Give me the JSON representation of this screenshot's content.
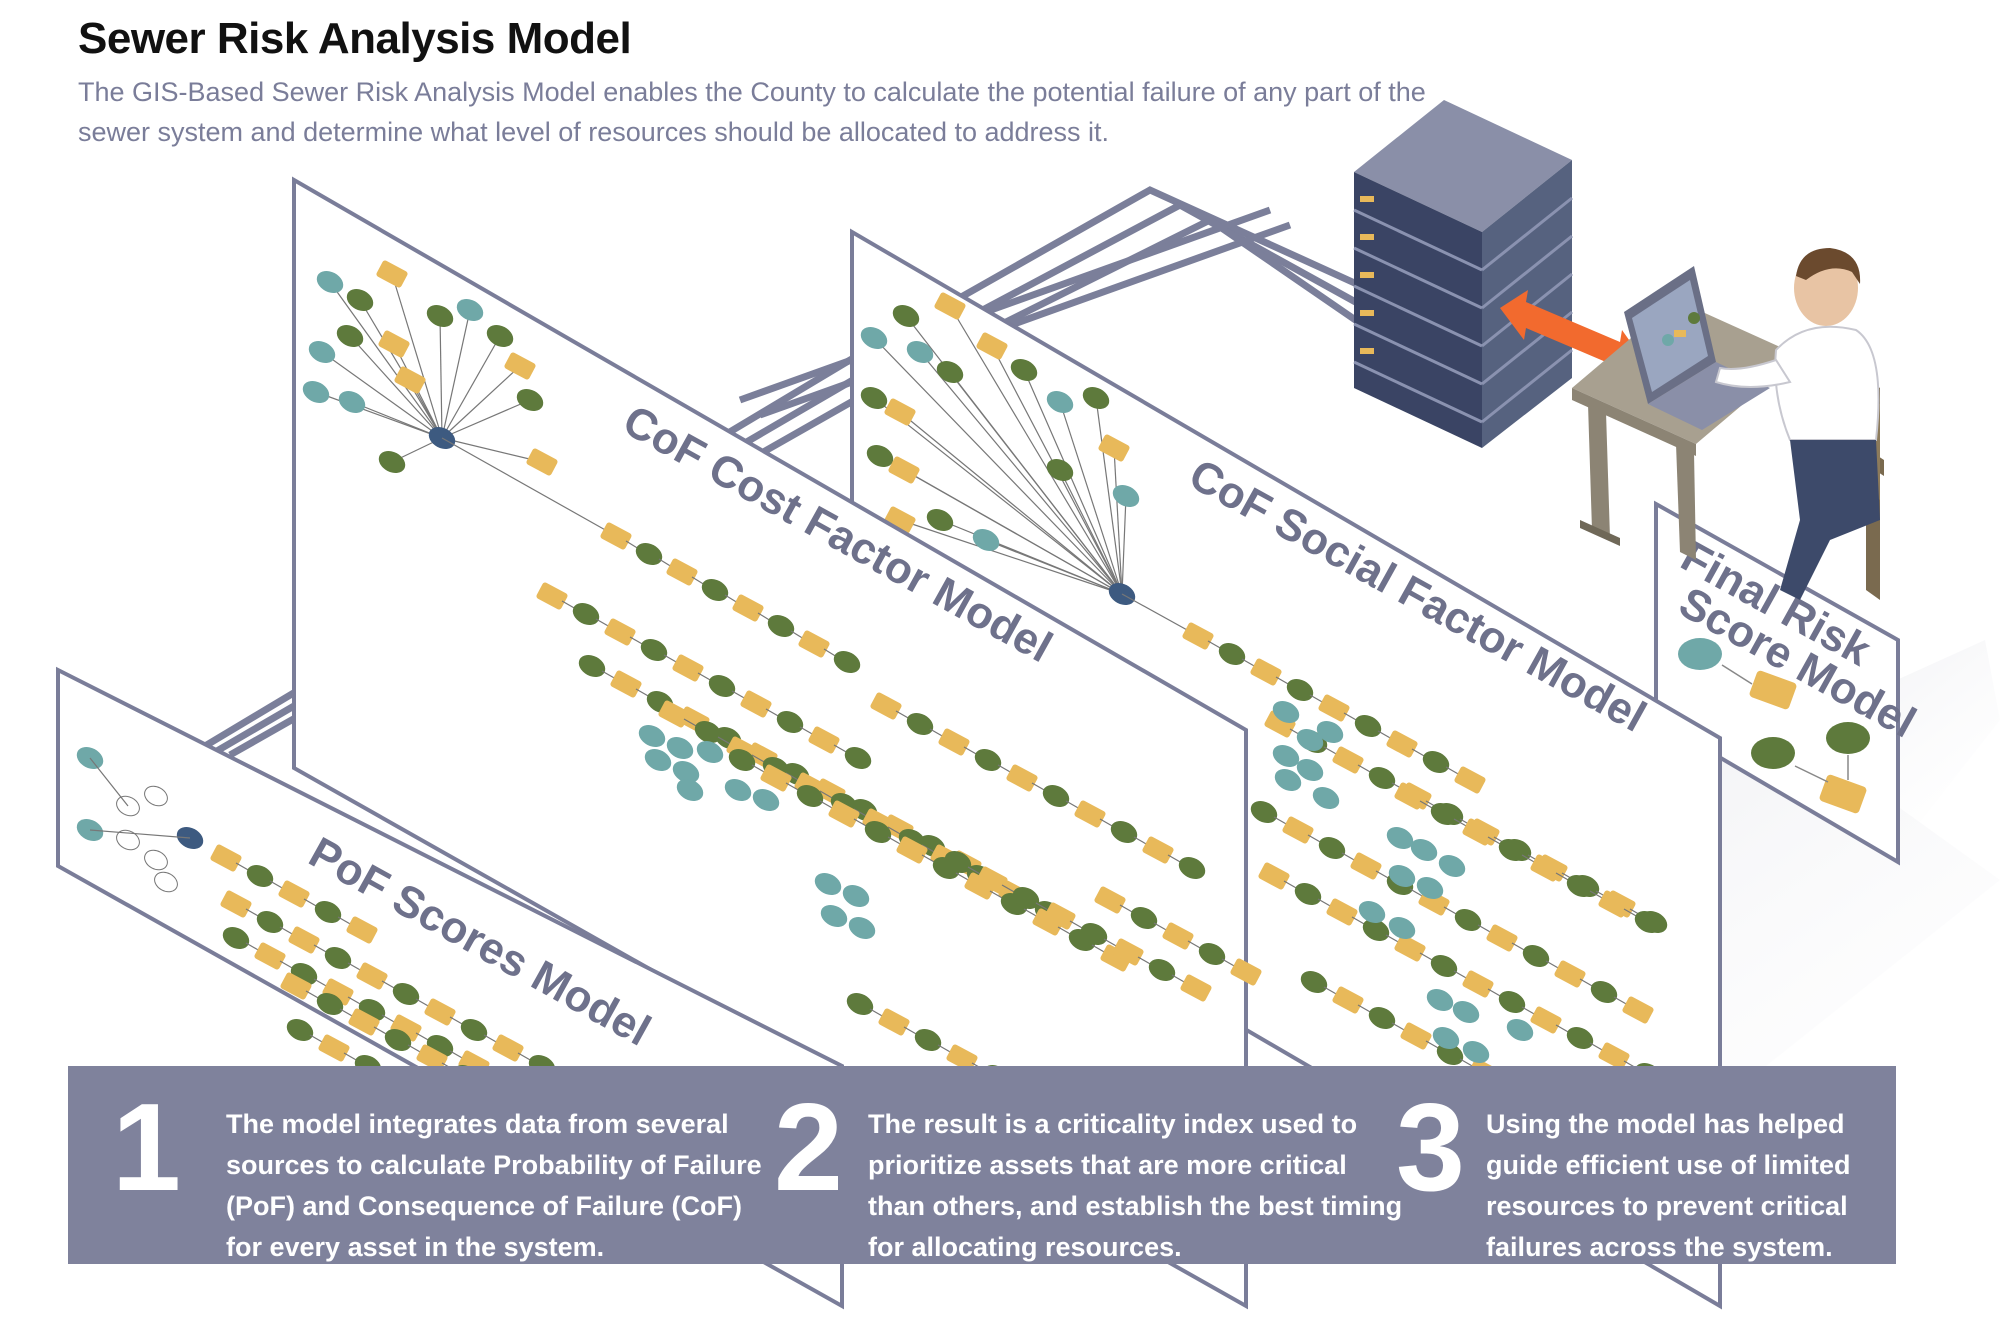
{
  "header": {
    "title": "Sewer Risk Analysis Model",
    "subtitle": "The GIS-Based Sewer Risk Analysis Model enables the County to calculate the potential failure of any part of the sewer system and determine what level of resources should be allocated to address it."
  },
  "panels": {
    "pof": "PoF Scores Model",
    "cof_cost": "CoF Cost Factor Model",
    "cof_social": "CoF Social Factor Model",
    "final_line1": "Final Risk",
    "final_line2": "Score Model"
  },
  "steps": [
    {
      "number": "1",
      "text": "The model integrates data from several sources to calculate Probability of Failure (PoF) and Consequence of Failure (CoF) for every asset in the system."
    },
    {
      "number": "2",
      "text": "The result is a criticality index used to prioritize assets that are more critical than others, and establish the best timing for allocating resources."
    },
    {
      "number": "3",
      "text": "Using the model has helped guide efficient use of limited resources to prevent critical failures across the system."
    }
  ],
  "colors": {
    "teal": "#6fa8a8",
    "olive": "#5e7a3c",
    "yellow": "#e8b95a",
    "navy": "#3d5a80",
    "steps_bg": "#7f829c",
    "accent_arrow": "#f26a2e",
    "server": "#4a5676"
  },
  "icons": [
    "server-rack-icon",
    "laptop-icon",
    "person-icon",
    "desk-icon",
    "chair-icon",
    "data-arrow-icon"
  ]
}
